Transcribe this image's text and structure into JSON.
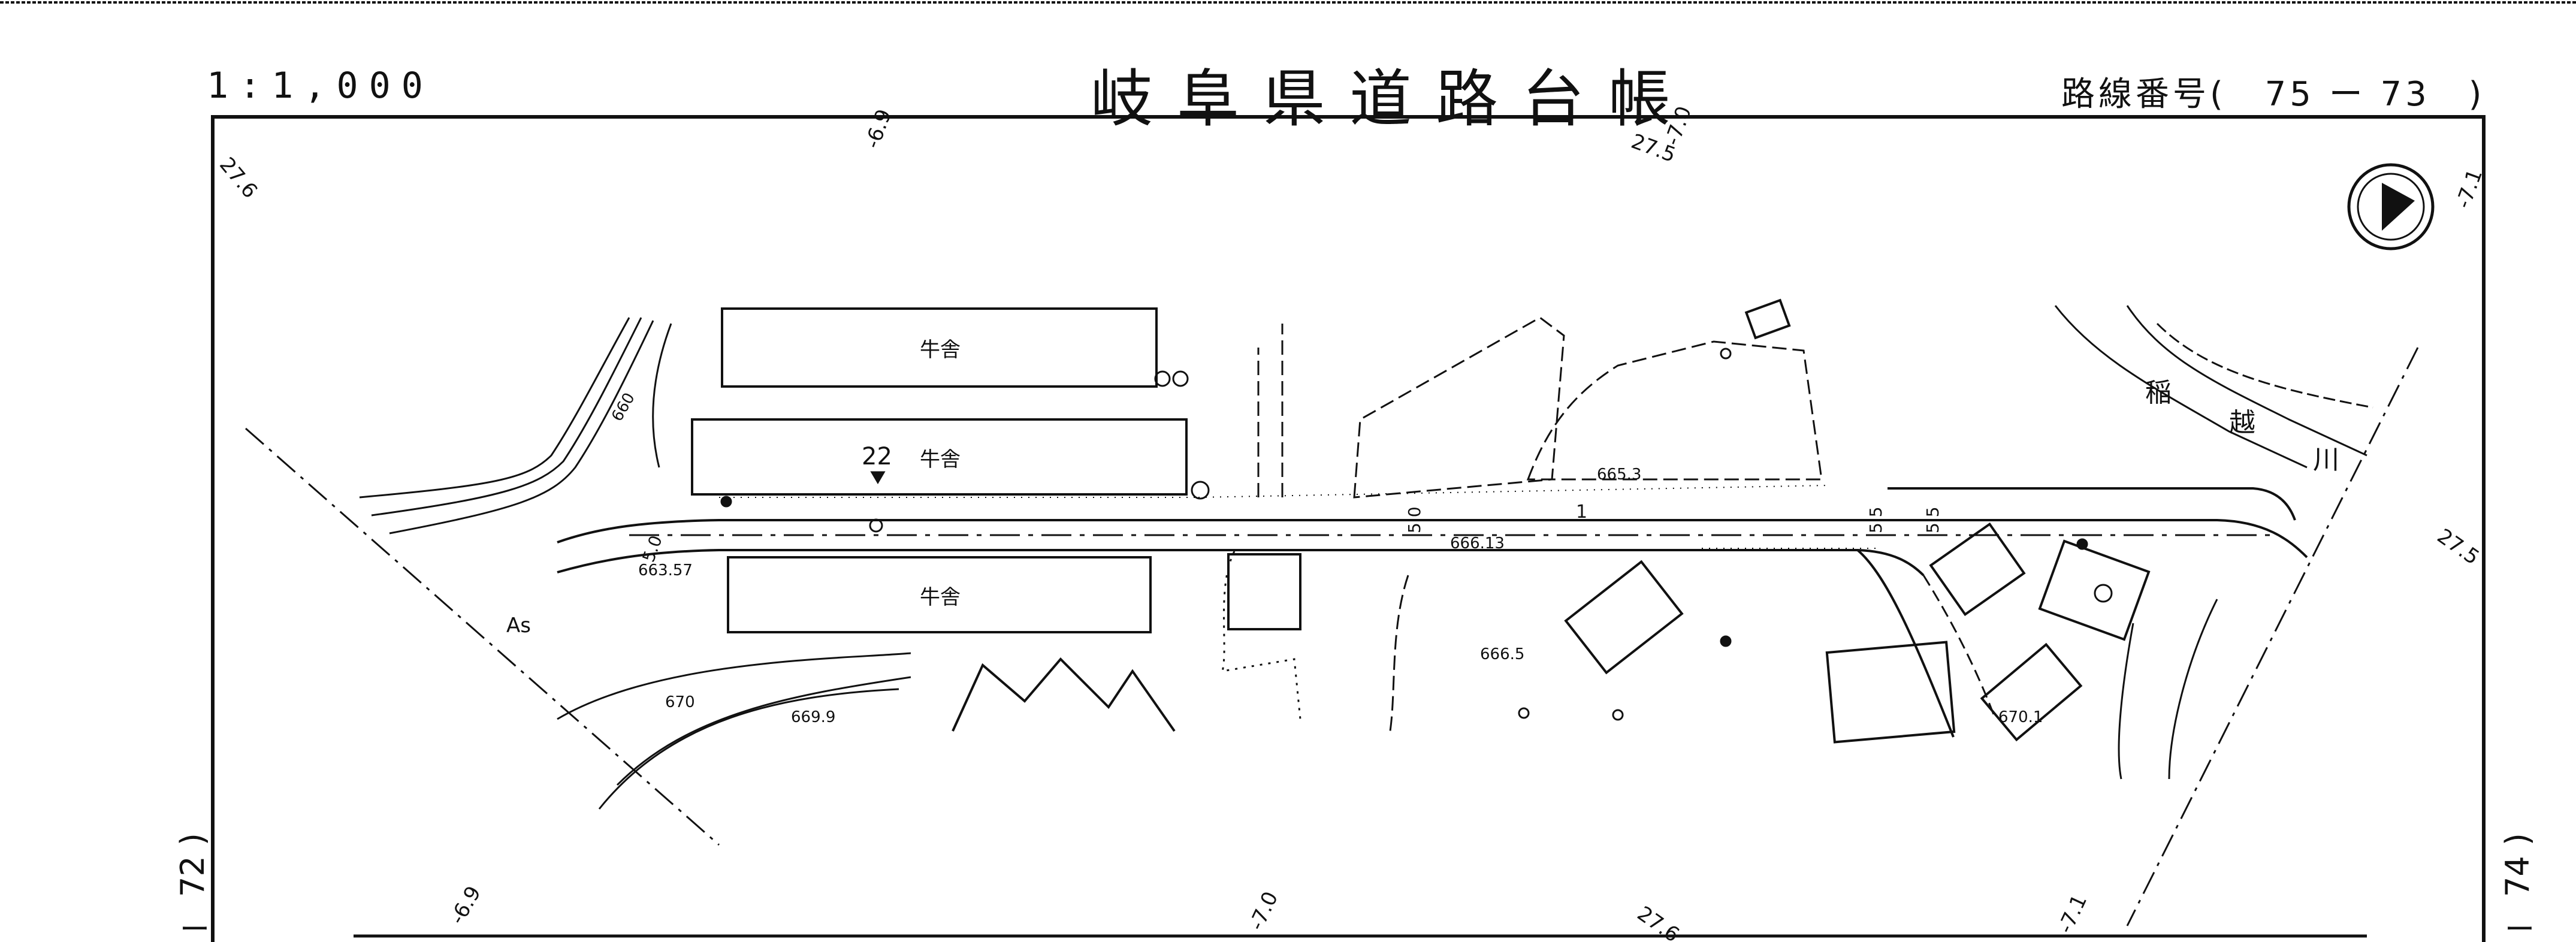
{
  "header": {
    "scale": "1:1,000",
    "title": "岐阜県道路台帳",
    "route_label": "路線番号(",
    "route_number": "75 ー 73",
    "route_close": ")"
  },
  "side_labels": {
    "left": "72 )",
    "right": "74 )",
    "left_dash": "ー",
    "right_dash": "ー"
  },
  "grid_marks": {
    "top_left_corner": "27.6",
    "top_1": "-6.9",
    "top_2": "27.5",
    "top_3": "-7.0",
    "top_right": "-7.1",
    "right_mid": "27.5",
    "bottom_1": "-6.9",
    "bottom_2": "-7.0",
    "bottom_3": "27.6",
    "bottom_4": "-7.1"
  },
  "buildings": {
    "barn_1": "牛舎",
    "barn_2": "牛舎",
    "barn_3": "牛舎"
  },
  "river": {
    "char_1": "稲",
    "char_2": "越",
    "char_3": "川"
  },
  "road": {
    "station": "22",
    "width_1": "5.0",
    "width_2": "5.0",
    "width_3": "5.5",
    "width_4": "5.5",
    "section_no": "1"
  },
  "elevations": {
    "e1": "663.57",
    "e2": "666.13",
    "e3": "665.3",
    "e4": "666.5",
    "e5": "670",
    "e6": "669.9",
    "e7": "660",
    "e8": "670.1"
  },
  "misc": {
    "asphalt": "As",
    "compass": "north-arrow"
  },
  "colors": {
    "ink": "#111111",
    "paper": "#ffffff"
  }
}
